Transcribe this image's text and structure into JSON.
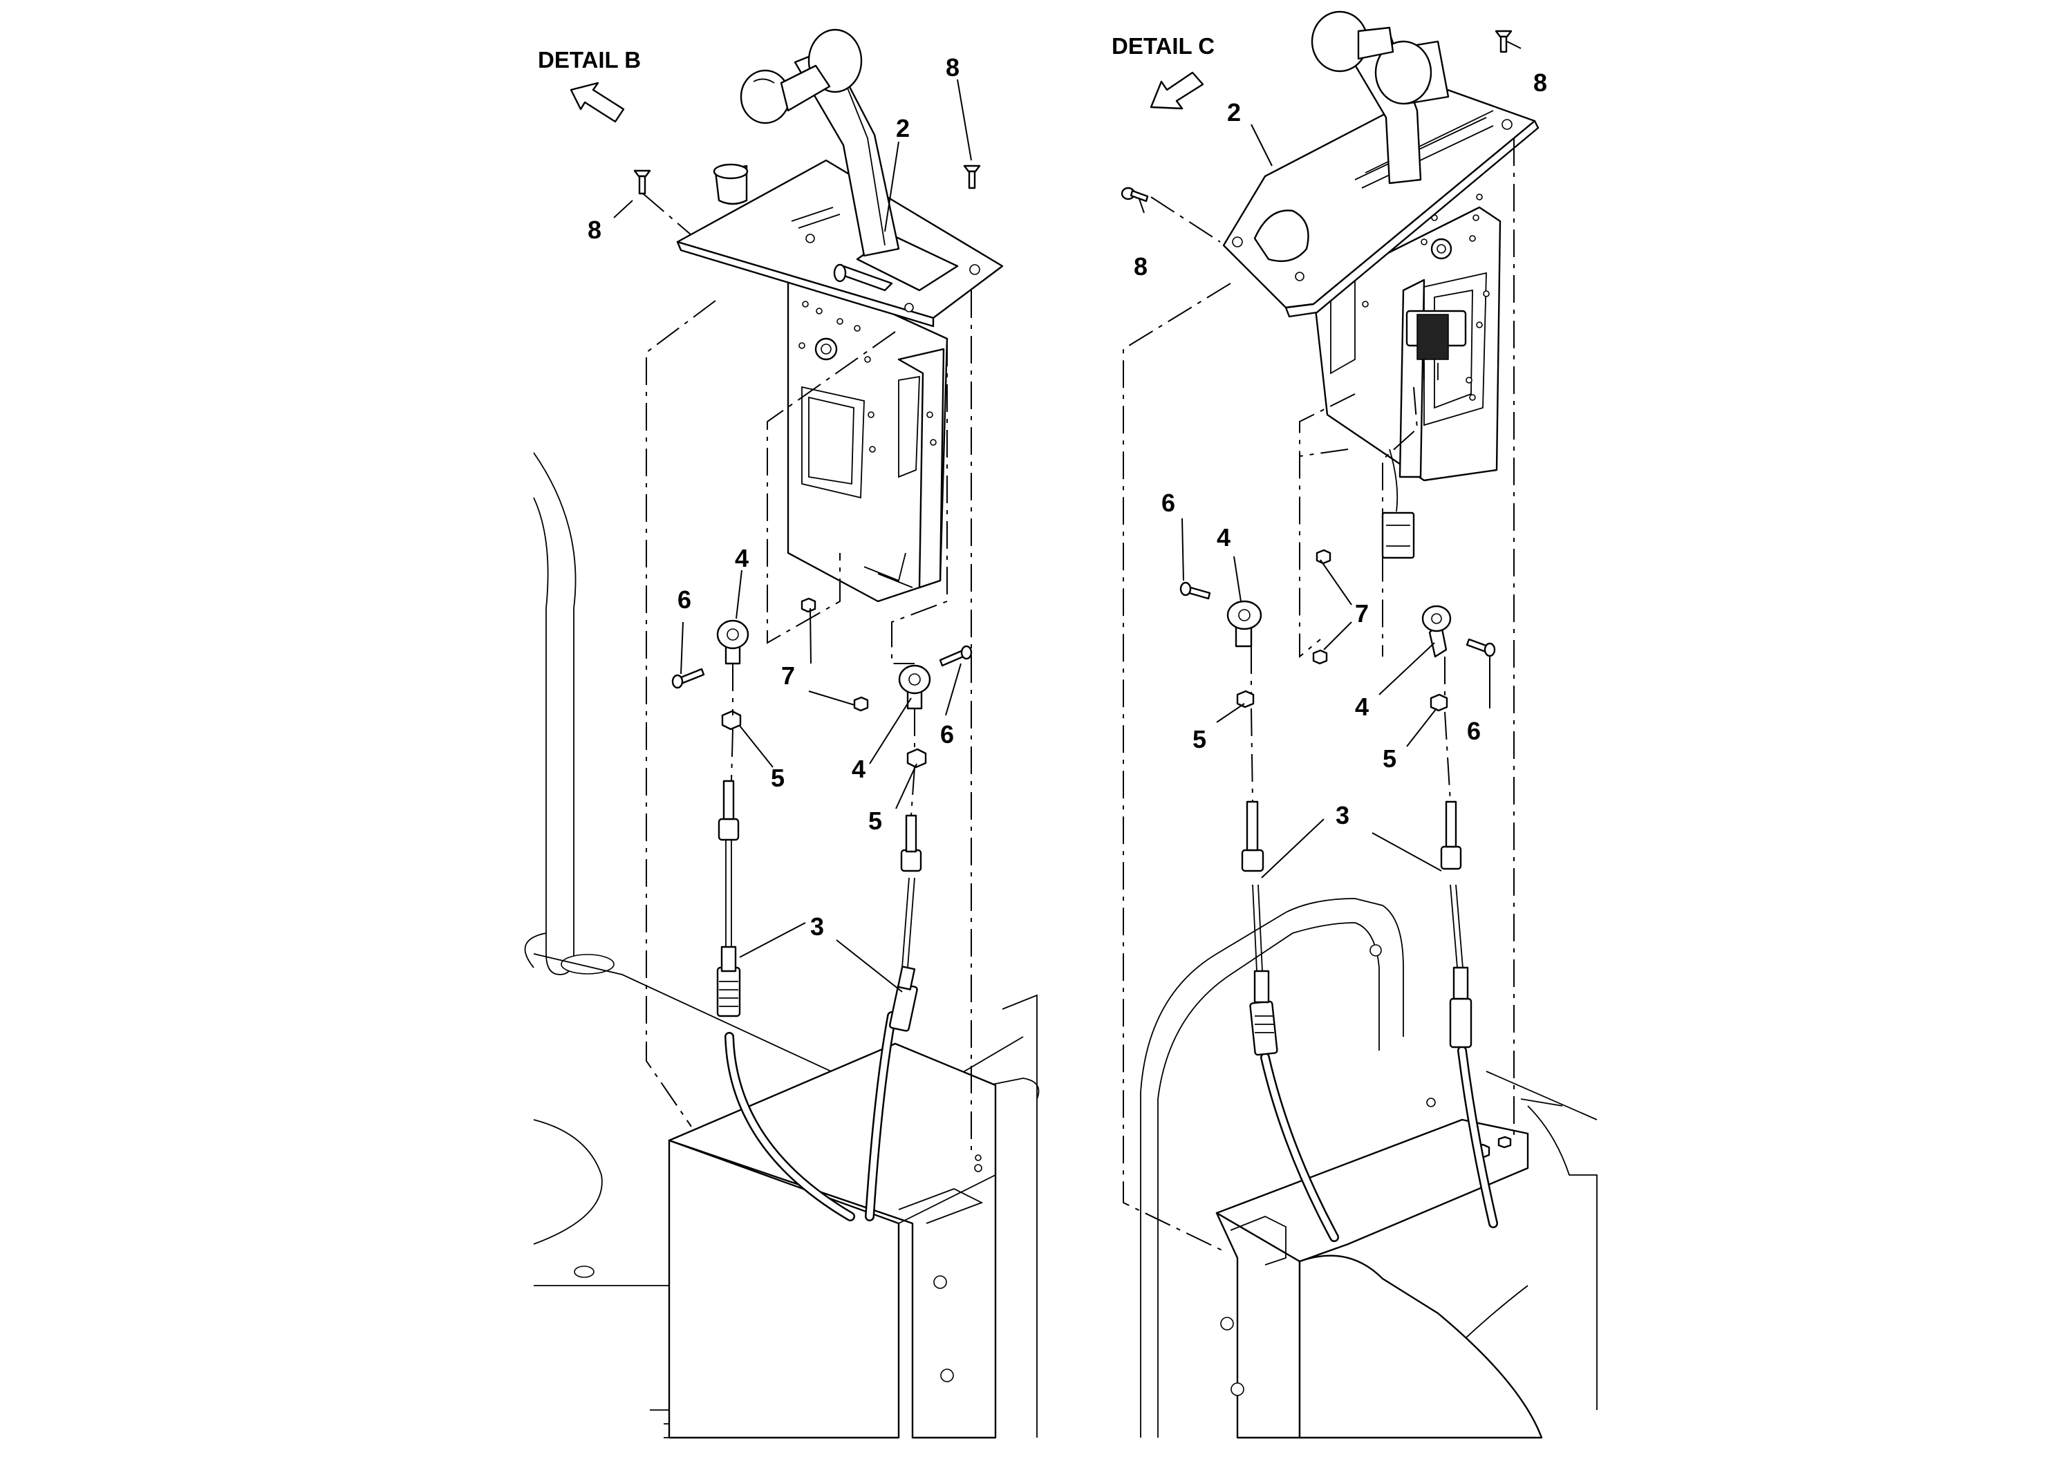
{
  "details": [
    {
      "title": "DETAIL B"
    },
    {
      "title": "DETAIL C"
    }
  ],
  "callouts_b": [
    "8",
    "8",
    "2",
    "4",
    "6",
    "7",
    "4",
    "6",
    "5",
    "5",
    "3"
  ],
  "callouts_c": [
    "8",
    "8",
    "2",
    "6",
    "4",
    "7",
    "4",
    "6",
    "5",
    "5",
    "3"
  ]
}
